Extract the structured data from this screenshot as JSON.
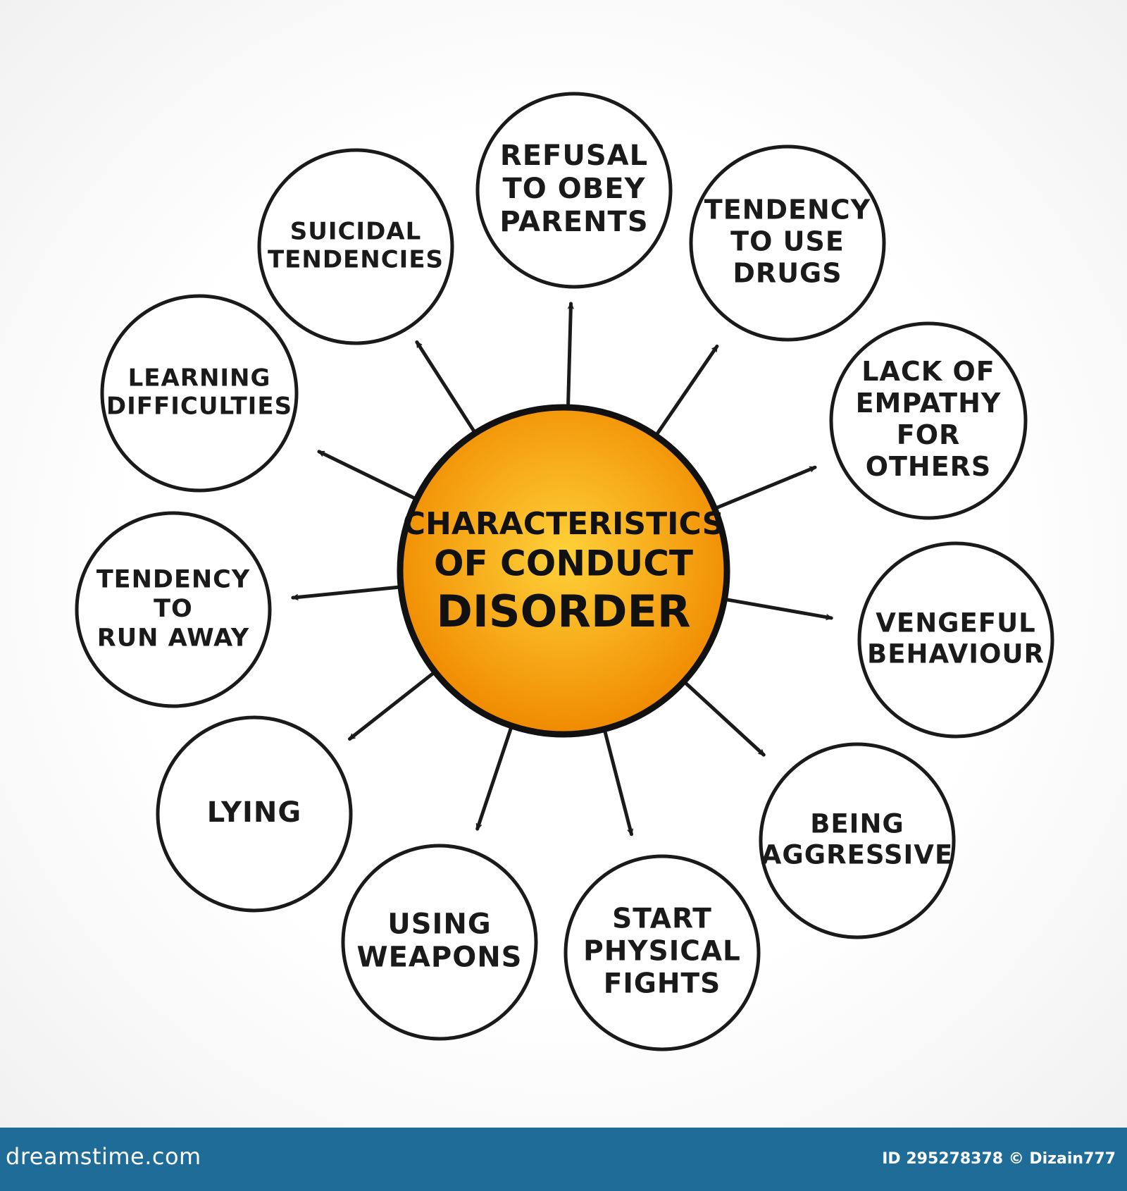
{
  "center": {
    "lines": [
      "CHARACTERISTICS",
      "OF CONDUCT",
      "DISORDER"
    ],
    "fill_inner": "#ffd23a",
    "fill_outer": "#f08a00"
  },
  "nodes": [
    {
      "id": "refusal-to-obey-parents",
      "lines": [
        "REFUSAL",
        "TO OBEY",
        "PARENTS"
      ]
    },
    {
      "id": "tendency-to-use-drugs",
      "lines": [
        "TENDENCY",
        "TO USE",
        "DRUGS"
      ]
    },
    {
      "id": "lack-of-empathy-for-others",
      "lines": [
        "LACK OF",
        "EMPATHY",
        "FOR",
        "OTHERS"
      ]
    },
    {
      "id": "vengeful-behaviour",
      "lines": [
        "VENGEFUL",
        "BEHAVIOUR"
      ]
    },
    {
      "id": "being-aggressive",
      "lines": [
        "BEING",
        "AGGRESSIVE"
      ]
    },
    {
      "id": "start-physical-fights",
      "lines": [
        "START",
        "PHYSICAL",
        "FIGHTS"
      ]
    },
    {
      "id": "using-weapons",
      "lines": [
        "USING",
        "WEAPONS"
      ]
    },
    {
      "id": "lying",
      "lines": [
        "LYING"
      ]
    },
    {
      "id": "tendency-to-run-away",
      "lines": [
        "TENDENCY",
        "TO",
        "RUN AWAY"
      ]
    },
    {
      "id": "learning-difficulties",
      "lines": [
        "LEARNING",
        "DIFFICULTIES"
      ]
    },
    {
      "id": "suicidal-tendencies",
      "lines": [
        "SUICIDAL",
        "TENDENCIES"
      ]
    }
  ],
  "footer": {
    "site": "dreamstime.com",
    "credit": "ID 295278378 © Dizain777"
  }
}
